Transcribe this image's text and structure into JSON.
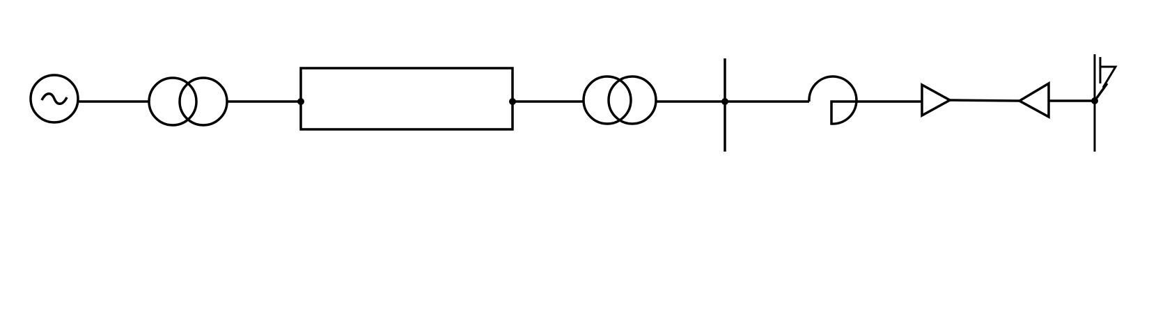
{
  "diagram": {
    "type": "single-line electrical diagram",
    "line_color": "#000000",
    "background_color": "#ffffff",
    "components": [
      {
        "id": "generator",
        "icon": "ac-generator-icon"
      },
      {
        "id": "transformer-1",
        "icon": "two-winding-transformer-icon"
      },
      {
        "id": "transmission-line",
        "icon": "line-impedance-box-icon"
      },
      {
        "id": "transformer-2",
        "icon": "two-winding-transformer-icon"
      },
      {
        "id": "busbar",
        "icon": "busbar-icon"
      },
      {
        "id": "reactor",
        "icon": "current-limiting-reactor-icon"
      },
      {
        "id": "plug-connector",
        "icon": "plug-icon"
      },
      {
        "id": "socket-connector",
        "icon": "socket-icon"
      },
      {
        "id": "earthing-switch",
        "icon": "earthing-switch-icon"
      }
    ]
  }
}
